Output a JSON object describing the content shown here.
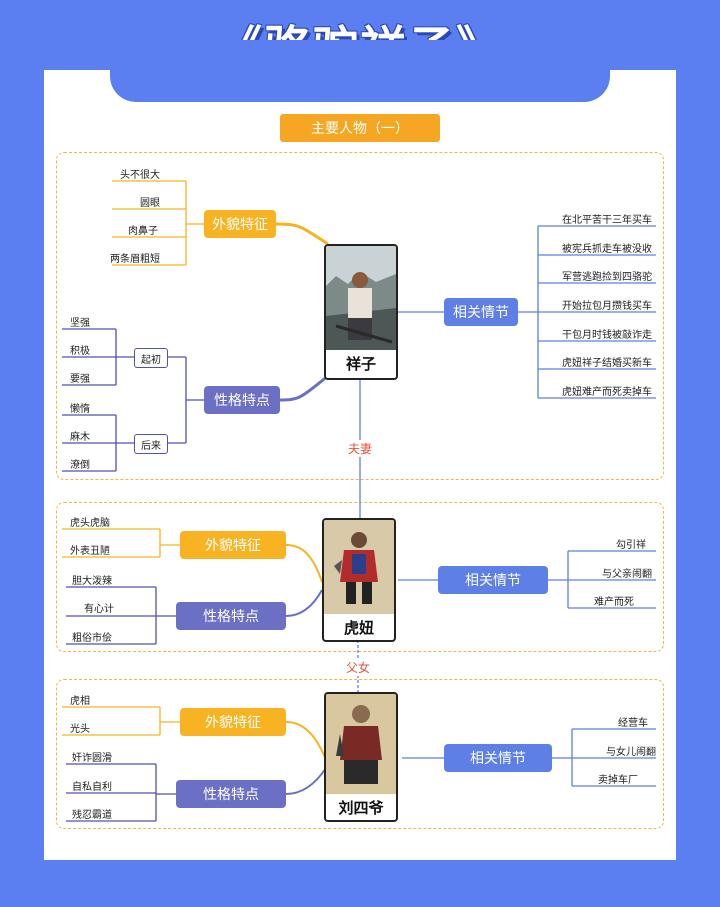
{
  "title": "《骆驼祥子》",
  "header": "主要人物（一）",
  "relations": {
    "couple": "夫妻",
    "father_daughter": "父女"
  },
  "characters": [
    {
      "name": "祥子",
      "appearance_label": "外貌特征",
      "appearance": [
        "头不很大",
        "圆眼",
        "肉鼻子",
        "两条眉粗短"
      ],
      "personality_label": "性格特点",
      "personality_groups": [
        {
          "label": "起初",
          "items": [
            "坚强",
            "积极",
            "要强"
          ]
        },
        {
          "label": "后来",
          "items": [
            "懒惰",
            "麻木",
            "潦倒"
          ]
        }
      ],
      "plot_label": "相关情节",
      "plot": [
        "在北平苦干三年买车",
        "被宪兵抓走车被没收",
        "军营逃跑捡到四骆驼",
        "开始拉包月攒钱买车",
        "干包月时钱被敲诈走",
        "虎妞祥子结婚买新车",
        "虎妞难产而死卖掉车"
      ]
    },
    {
      "name": "虎妞",
      "appearance_label": "外貌特征",
      "appearance": [
        "虎头虎脑",
        "外表丑陋"
      ],
      "personality_label": "性格特点",
      "personality": [
        "胆大泼辣",
        "有心计",
        "粗俗市侩"
      ],
      "plot_label": "相关情节",
      "plot": [
        "勾引祥",
        "与父亲闹翻",
        "难产而死"
      ]
    },
    {
      "name": "刘四爷",
      "appearance_label": "外貌特征",
      "appearance": [
        "虎相",
        "光头"
      ],
      "personality_label": "性格特点",
      "personality": [
        "奸诈圆滑",
        "自私自利",
        "残忍霸道"
      ],
      "plot_label": "相关情节",
      "plot": [
        "经营车",
        "与女儿闹翻",
        "卖掉车厂"
      ]
    }
  ]
}
